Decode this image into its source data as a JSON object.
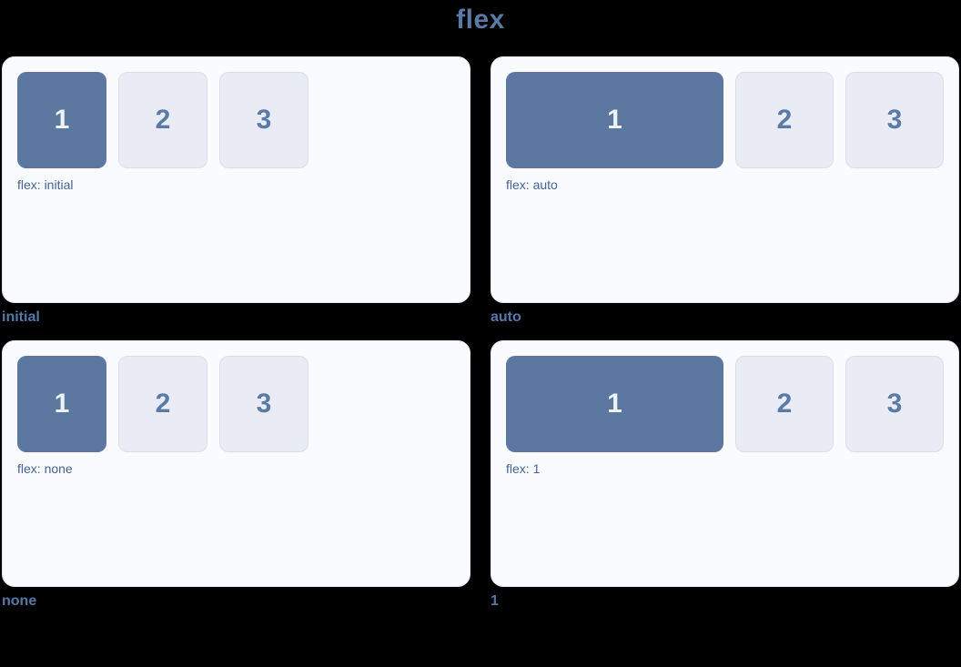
{
  "title": "flex",
  "colors": {
    "background": "#000000",
    "title": "#5a79a4",
    "panel_bg": "#fafbfe",
    "panel_border": "#e3e8f1",
    "box_primary_bg": "#5c78a0",
    "box_primary_text": "#eef2f9",
    "box_bg": "#e9ecf4",
    "box_border": "#d8dfeb",
    "box_text": "#5b7aa5",
    "label": "#47628f",
    "caption": "#5578a6"
  },
  "panels": [
    {
      "caption": "initial",
      "flex_label": "flex: initial",
      "boxes": [
        "1",
        "2",
        "3"
      ]
    },
    {
      "caption": "auto",
      "flex_label": "flex: auto",
      "boxes": [
        "1",
        "2",
        "3"
      ]
    },
    {
      "caption": "none",
      "flex_label": "flex: none",
      "boxes": [
        "1",
        "2",
        "3"
      ]
    },
    {
      "caption": "1",
      "flex_label": "flex: 1",
      "boxes": [
        "1",
        "2",
        "3"
      ]
    }
  ]
}
